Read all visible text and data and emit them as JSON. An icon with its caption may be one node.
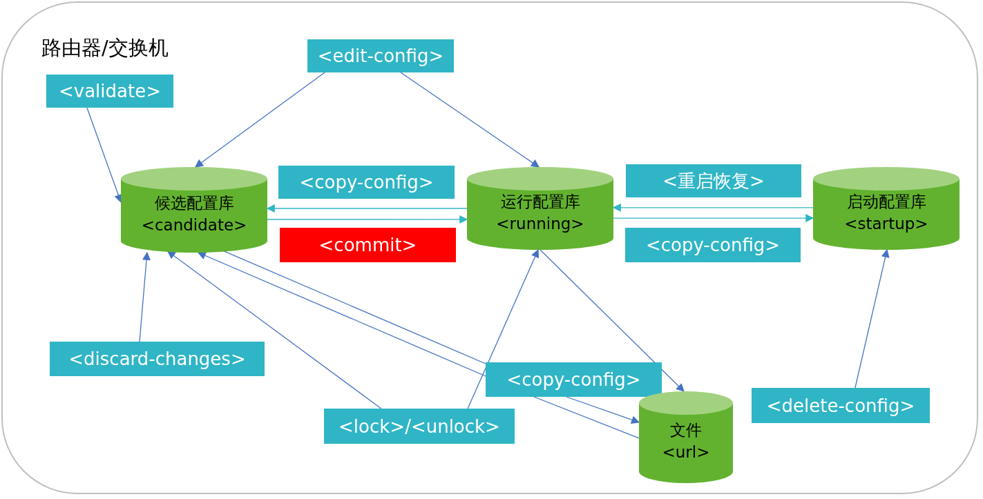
{
  "diagram": {
    "nodes": [
      {
        "text": [
          "路由器/交换机"
        ]
      },
      {
        "text": [
          "<edit-config>"
        ],
        "in": 0
      },
      {
        "text": [
          "<validate>"
        ],
        "in": 0
      },
      {
        "text": [
          "候选配置库",
          "<candidate>"
        ],
        "in": 0
      },
      {
        "text": [
          "<copy-config>"
        ],
        "in": 0
      },
      {
        "text": [
          "运行配置库",
          "<running>"
        ],
        "in": 0
      },
      {
        "text": [
          "<重启恢复>"
        ],
        "in": 0
      },
      {
        "text": [
          "启动配置库",
          "<startup>"
        ],
        "in": 0
      },
      {
        "text": [
          "<commit>"
        ],
        "in": 0
      },
      {
        "text": [
          "<copy-config>"
        ],
        "in": 0
      },
      {
        "text": [
          "<discard-changes>"
        ],
        "in": 0
      },
      {
        "text": [
          "<copy-config>"
        ],
        "in": 0
      },
      {
        "text": [
          "文件",
          "<url>"
        ],
        "in": 0
      },
      {
        "text": [
          "<delete-config>"
        ],
        "in": 0
      },
      {
        "text": [
          "<lock>/<unlock>"
        ],
        "in": 0
      }
    ],
    "edges": [
      {
        "from": 1,
        "to": 3,
        "arrow": "to"
      },
      {
        "from": 1,
        "to": 5,
        "arrow": "to"
      },
      {
        "from": 2,
        "to": 3,
        "arrow": "to"
      },
      {
        "from": 5,
        "to": 3,
        "arrow": "to",
        "color": "#2fb5c6"
      },
      {
        "from": 3,
        "to": 5,
        "arrow": "to",
        "color": "#2fb5c6"
      },
      {
        "from": 7,
        "to": 5,
        "arrow": "to",
        "color": "#2fb5c6"
      },
      {
        "from": 5,
        "to": 7,
        "arrow": "to",
        "color": "#2fb5c6"
      },
      {
        "from": 10,
        "to": 3,
        "arrow": "to"
      },
      {
        "from": 14,
        "to": 3,
        "arrow": "to"
      },
      {
        "from": 14,
        "to": 5,
        "arrow": "to"
      },
      {
        "from": 5,
        "to": 12,
        "arrow": "to"
      },
      {
        "from": 13,
        "to": 7,
        "arrow": "to"
      },
      {
        "from": 3,
        "to": 11,
        "arrow": "none"
      },
      {
        "from": 11,
        "to": 12,
        "arrow": "to"
      },
      {
        "from": 12,
        "to": 11,
        "arrow": "none"
      },
      {
        "from": 11,
        "to": 3,
        "arrow": "to"
      }
    ]
  }
}
